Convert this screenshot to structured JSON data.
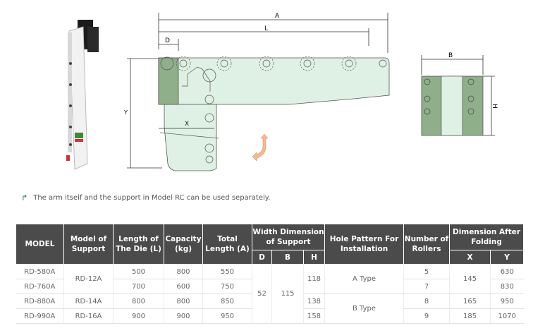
{
  "diagram": {
    "labels": {
      "A": "A",
      "L": "L",
      "D": "D",
      "X": "X",
      "Y": "Y",
      "B": "B",
      "H": "H"
    },
    "colors": {
      "arm": "#dff0e4",
      "support": "#8fae8a",
      "arrow": "#f4b892"
    }
  },
  "note": {
    "icon": "curved-arrow-icon",
    "text": "The arm itself and the support in Model RC can be used separately."
  },
  "table": {
    "headers": {
      "model": "MODEL",
      "support": "Model of Support",
      "length": "Length of The Die (L)",
      "capacity": "Capacity (kg)",
      "total": "Total Length (A)",
      "width": "Width Dimension of Support",
      "d": "D",
      "b": "B",
      "h": "H",
      "hole": "Hole Pattern For Installation",
      "rollers": "Number of Rollers",
      "folding": "Dimension After Folding",
      "x": "X",
      "y": "Y"
    },
    "rows": [
      {
        "model": "RD-580A",
        "length": "500",
        "capacity": "800",
        "total": "550",
        "rollers": "5",
        "y": "630"
      },
      {
        "model": "RD-760A",
        "length": "700",
        "capacity": "600",
        "total": "750",
        "rollers": "7",
        "y": "830"
      },
      {
        "model": "RD-880A",
        "length": "800",
        "capacity": "800",
        "total": "850",
        "rollers": "8",
        "y": "950"
      },
      {
        "model": "RD-990A",
        "length": "900",
        "capacity": "900",
        "total": "950",
        "rollers": "9",
        "y": "1070"
      }
    ],
    "merged": {
      "support_1": "RD-12A",
      "support_2": "RD-14A",
      "support_3": "RD-16A",
      "d": "52",
      "b": "115",
      "h_1": "118",
      "h_2": "138",
      "h_3": "158",
      "hole_a": "A Type",
      "hole_b": "B Type",
      "x_1": "145",
      "x_2": "165",
      "x_3": "185"
    }
  }
}
